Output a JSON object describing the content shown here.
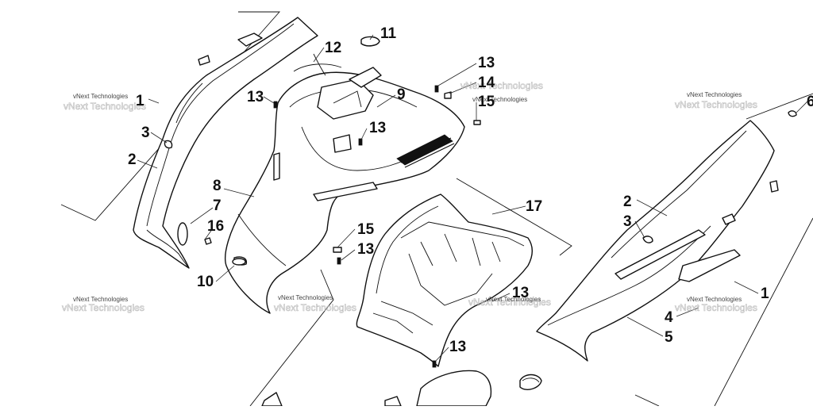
{
  "watermark": {
    "text": "vNext Technologies"
  },
  "callouts": {
    "c1_left": "1",
    "c1_right": "1",
    "c2_left": "2",
    "c2_right": "2",
    "c3_left": "3",
    "c3_right": "3",
    "c4": "4",
    "c5": "5",
    "c6": "6",
    "c7": "7",
    "c8": "8",
    "c9": "9",
    "c10": "10",
    "c11": "11",
    "c12": "12",
    "c13_a": "13",
    "c13_b": "13",
    "c13_c": "13",
    "c13_d": "13",
    "c13_e": "13",
    "c13_f": "13",
    "c14": "14",
    "c15_a": "15",
    "c15_b": "15",
    "c16": "16",
    "c17": "17"
  },
  "colors": {
    "ink": "#111111",
    "paper": "#ffffff",
    "watermark": "#444444"
  }
}
